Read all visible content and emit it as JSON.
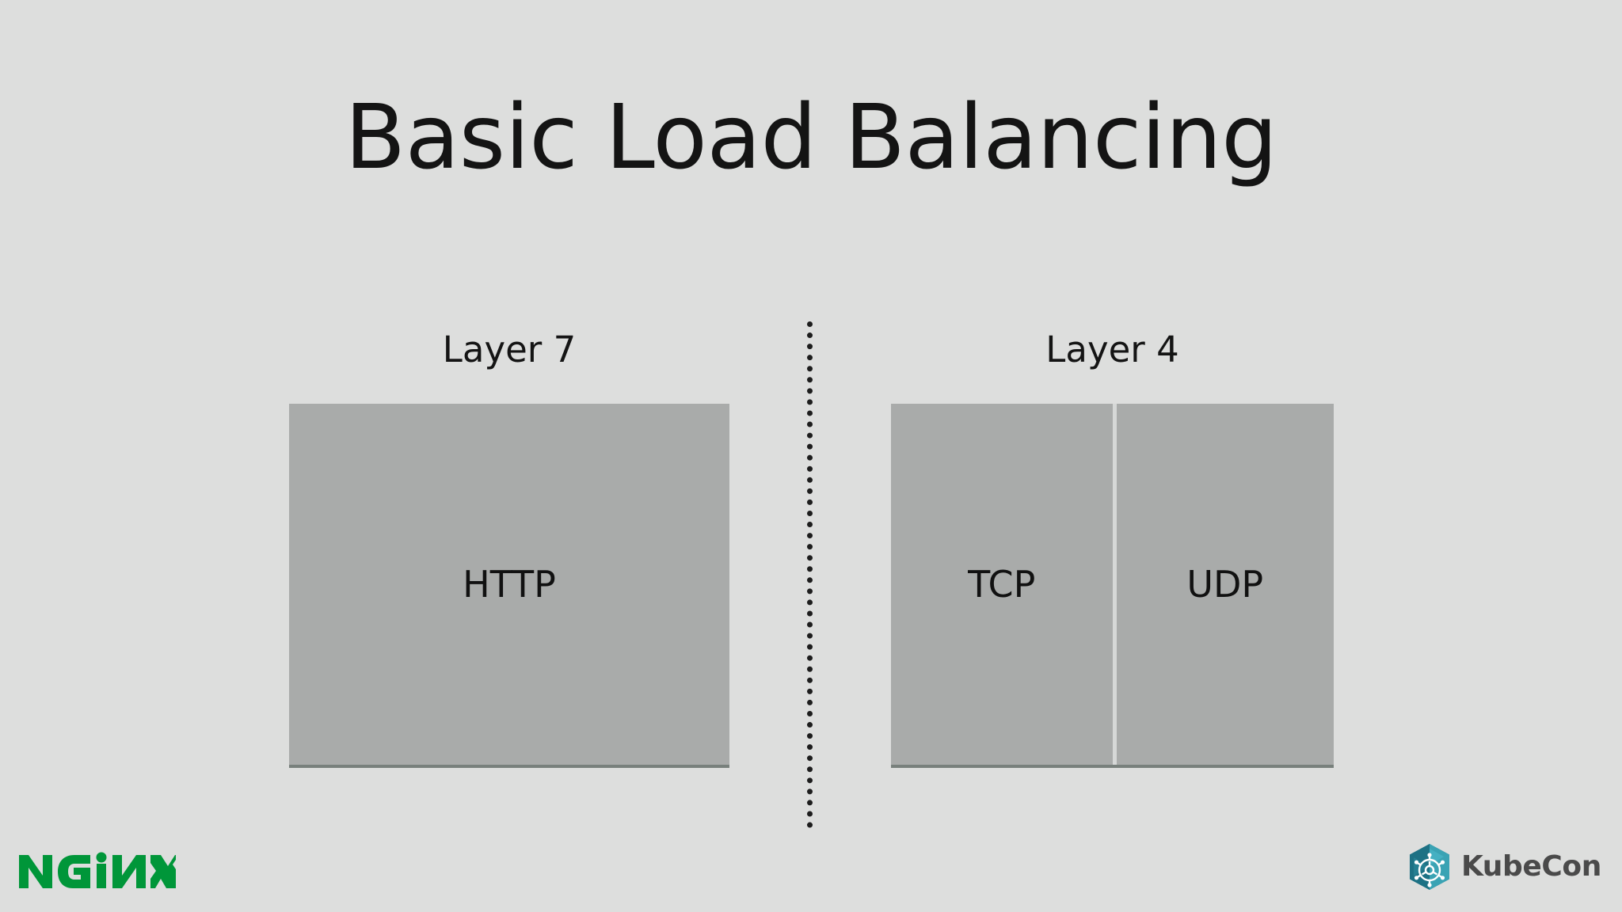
{
  "slide": {
    "title": "Basic Load Balancing",
    "background_color": "#dddedd",
    "title_color": "#141414"
  },
  "columns": [
    {
      "label": "Layer 7",
      "box_color": "#a9abaa",
      "items": [
        {
          "label": "HTTP"
        }
      ]
    },
    {
      "label": "Layer 4",
      "box_color": "#a9abaa",
      "items": [
        {
          "label": "TCP"
        },
        {
          "label": "UDP"
        }
      ]
    }
  ],
  "divider": {
    "style": "dotted",
    "color": "#1d1d1d"
  },
  "footer": {
    "nginx": {
      "name": "NGINX",
      "color": "#009639"
    },
    "kubecon": {
      "name": "KubeCon",
      "mark_color": "#2a7b8c",
      "text_color": "#4a4a4a"
    }
  }
}
